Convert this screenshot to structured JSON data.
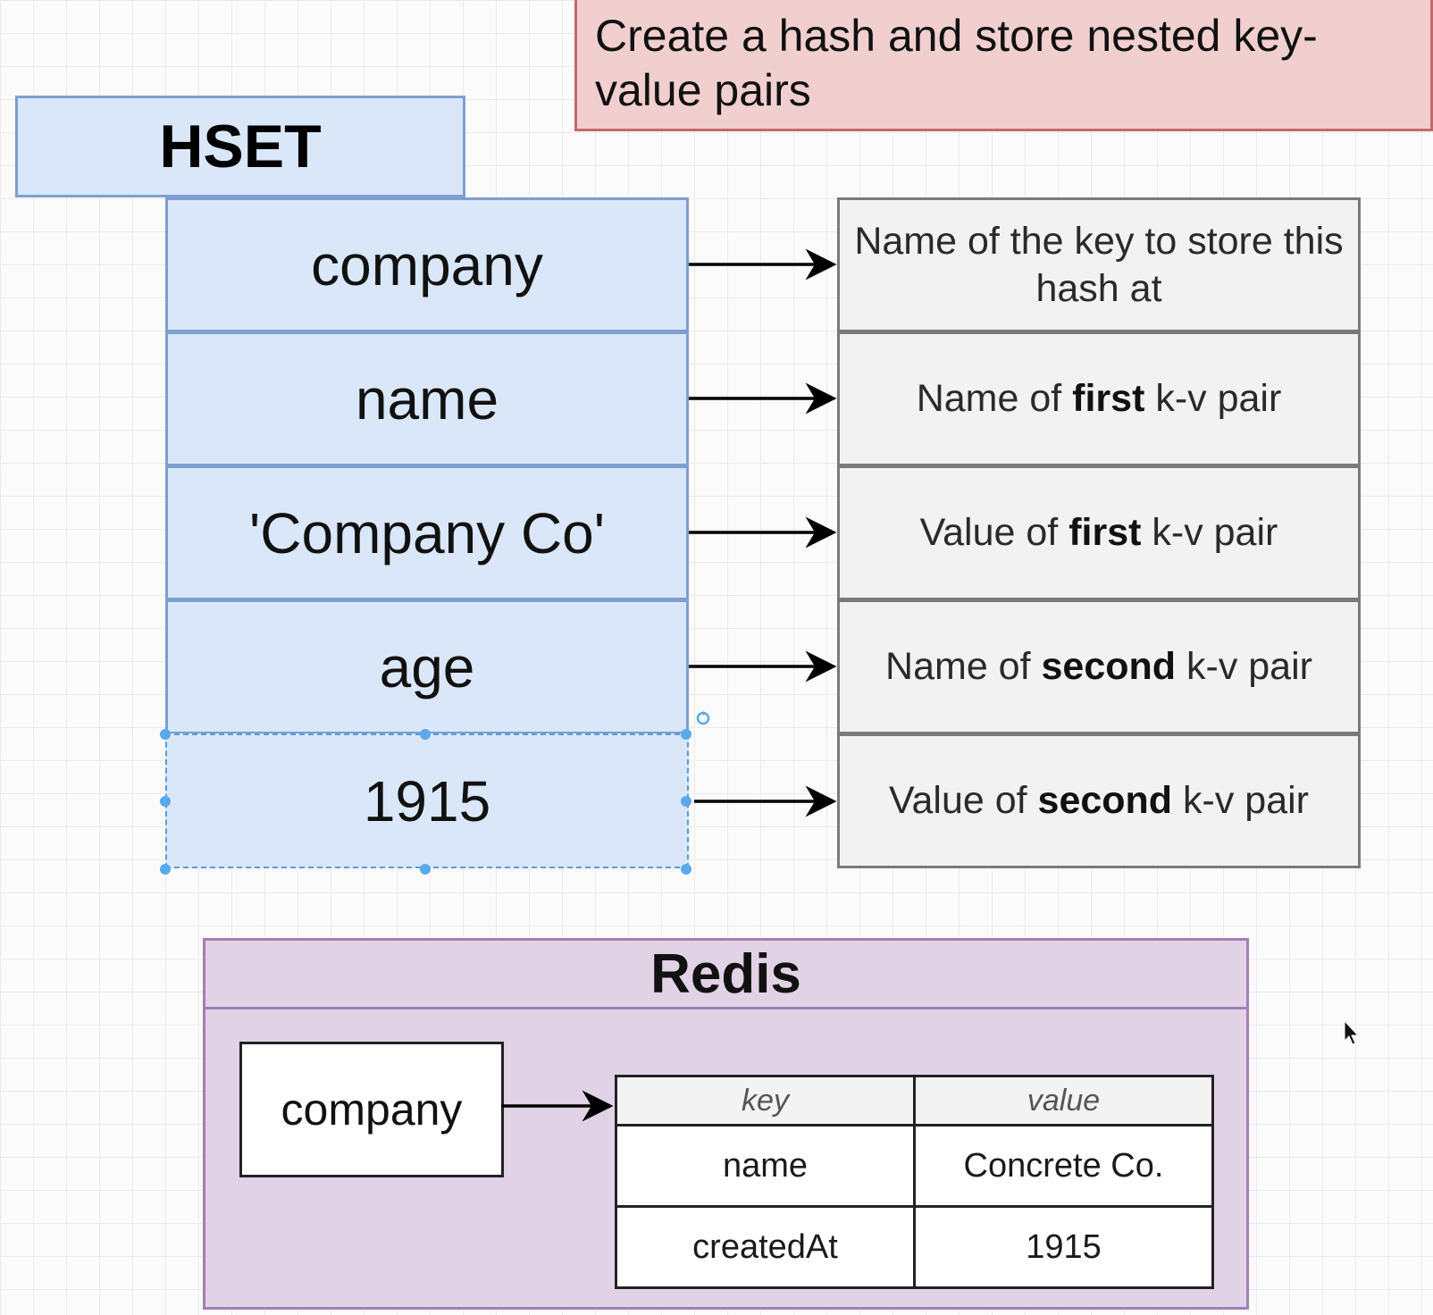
{
  "title_note": "Create a hash and store nested key-value pairs",
  "hset": {
    "header": "HSET",
    "cells": [
      "company",
      "name",
      "'Company Co'",
      "age",
      "1915"
    ]
  },
  "descriptions": [
    {
      "pre": "Name of the key to store this hash at",
      "bold": "",
      "post": ""
    },
    {
      "pre": "Name of ",
      "bold": "first",
      "post": " k-v pair"
    },
    {
      "pre": "Value of ",
      "bold": "first",
      "post": " k-v pair"
    },
    {
      "pre": "Name of ",
      "bold": "second",
      "post": " k-v pair"
    },
    {
      "pre": "Value of ",
      "bold": "second",
      "post": " k-v pair"
    }
  ],
  "redis": {
    "title": "Redis",
    "key": "company",
    "table": {
      "headers": [
        "key",
        "value"
      ],
      "rows": [
        [
          "name",
          "Concrete Co."
        ],
        [
          "createdAt",
          "1915"
        ]
      ]
    }
  },
  "colors": {
    "title_fill": "#f2cfcf",
    "hset_fill": "#dae7f8",
    "desc_fill": "#f2f2f2",
    "redis_fill": "#e2d2e6",
    "selection_handle": "#5aa9ea"
  }
}
